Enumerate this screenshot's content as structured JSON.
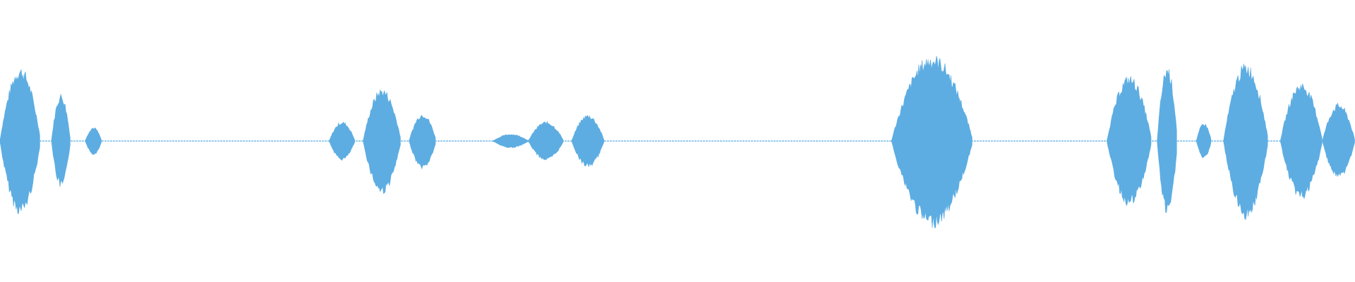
{
  "waveform": {
    "color": "#5dade2",
    "background": "#ffffff",
    "segments": [
      {
        "start": 0.0,
        "end": 0.03,
        "peak": 0.53
      },
      {
        "start": 0.038,
        "end": 0.052,
        "peak": 0.34
      },
      {
        "start": 0.063,
        "end": 0.075,
        "peak": 0.1
      },
      {
        "start": 0.243,
        "end": 0.262,
        "peak": 0.14
      },
      {
        "start": 0.268,
        "end": 0.296,
        "peak": 0.38
      },
      {
        "start": 0.302,
        "end": 0.322,
        "peak": 0.2
      },
      {
        "start": 0.364,
        "end": 0.39,
        "peak": 0.05
      },
      {
        "start": 0.39,
        "end": 0.416,
        "peak": 0.14
      },
      {
        "start": 0.422,
        "end": 0.446,
        "peak": 0.19
      },
      {
        "start": 0.658,
        "end": 0.718,
        "peak": 0.62
      },
      {
        "start": 0.817,
        "end": 0.85,
        "peak": 0.47
      },
      {
        "start": 0.854,
        "end": 0.869,
        "peak": 0.54
      },
      {
        "start": 0.883,
        "end": 0.894,
        "peak": 0.13
      },
      {
        "start": 0.903,
        "end": 0.936,
        "peak": 0.56
      },
      {
        "start": 0.945,
        "end": 0.976,
        "peak": 0.42
      },
      {
        "start": 0.976,
        "end": 1.0,
        "peak": 0.27
      }
    ]
  }
}
